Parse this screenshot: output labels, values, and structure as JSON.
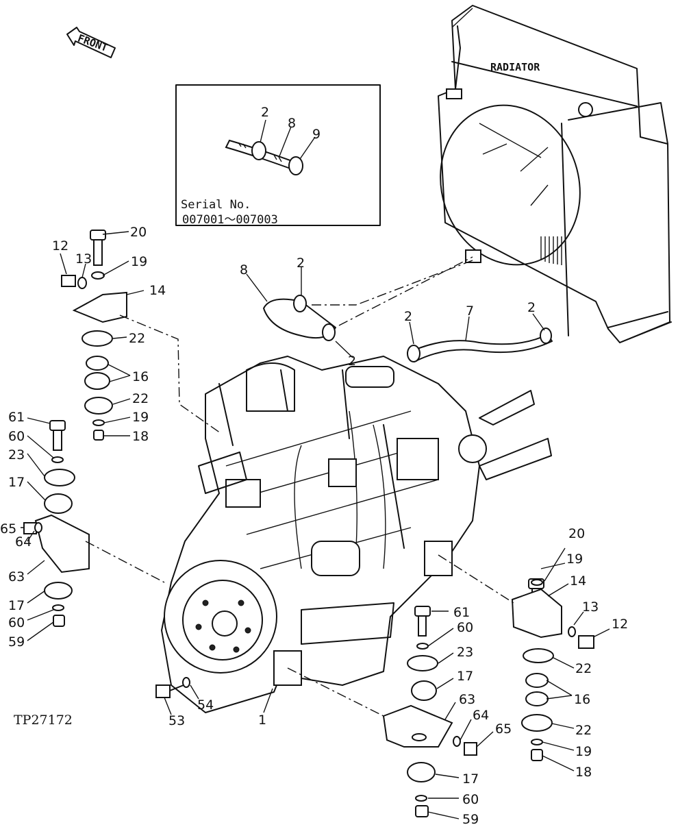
{
  "front_label": "FRONT",
  "radiator_label": "RADIATOR",
  "inset": {
    "serial_label": "Serial No.",
    "serial_range": "007001～007003",
    "callouts": [
      "2",
      "8",
      "9"
    ]
  },
  "figure_code": "TP27172",
  "callouts": {
    "rear_left_mount": [
      "20",
      "12",
      "13",
      "19",
      "14",
      "22",
      "16",
      "22",
      "19",
      "18"
    ],
    "front_left_mount": [
      "61",
      "60",
      "23",
      "17",
      "65",
      "64",
      "63",
      "17",
      "60",
      "59"
    ],
    "hoses": [
      "8",
      "2",
      "2",
      "2",
      "7",
      "2"
    ],
    "front_right_mount": [
      "61",
      "60",
      "23",
      "17",
      "63",
      "64",
      "65",
      "17",
      "60",
      "59"
    ],
    "rear_right_mount": [
      "20",
      "19",
      "14",
      "13",
      "12",
      "22",
      "16",
      "22",
      "19",
      "18"
    ],
    "engine": [
      "53",
      "54",
      "1"
    ]
  }
}
